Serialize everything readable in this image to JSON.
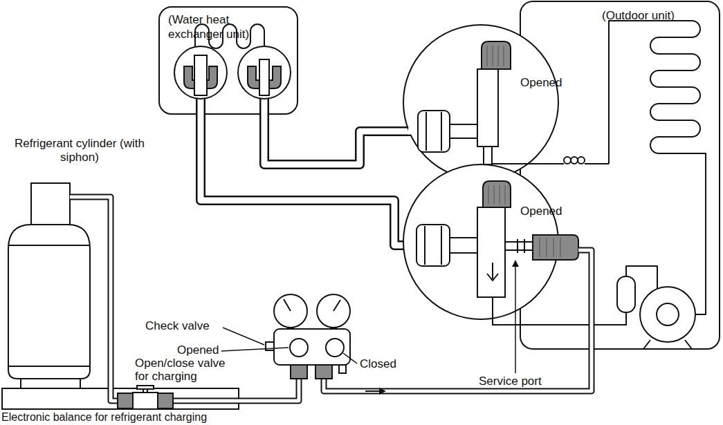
{
  "diagram": {
    "nodes": [
      {
        "text": [
          "(Water heat exchanger unit)"
        ]
      },
      {
        "text": [
          "(Outdoor unit)"
        ]
      }
    ],
    "labels": [
      "Refrigerant cylinder (with siphon)",
      "Check valve",
      "Opened",
      "Open/close valve for charging",
      "Closed",
      "Opened",
      "Opened",
      "Service port",
      "Electronic balance for refrigerant charging"
    ]
  }
}
